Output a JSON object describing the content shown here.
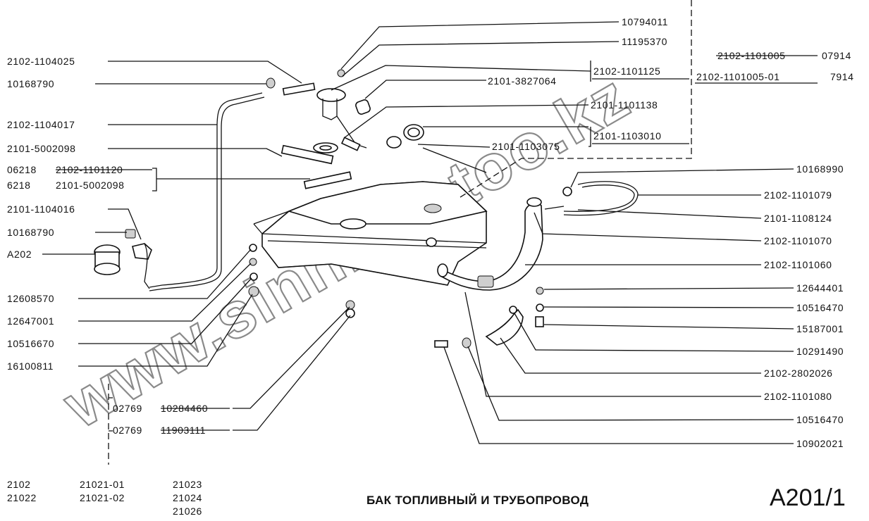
{
  "title": "БАК ТОПЛИВНЫЙ И ТРУБОПРОВОД",
  "sheet_code": "A201/1",
  "watermark": "www.sinhron-too.kz",
  "left_labels": [
    "2102-1104025",
    "10168790",
    "2102-1104017",
    "2101-5002098",
    "2101-1104016",
    "10168790",
    "A202",
    "12608570",
    "12647001",
    "10516670",
    "16100811"
  ],
  "bracket_left": {
    "prefix1": "06218",
    "part1": "2102-1101120",
    "prefix2": "6218",
    "part2": "2101-5002098"
  },
  "top_labels": [
    "10794011",
    "11195370",
    "2101-3827064",
    "2101-1101138",
    "2101-1103075"
  ],
  "bracket_top1": "2102-1101125",
  "bracket_top2": "2101-1103010",
  "top_right": {
    "row1_part": "2102-1101005",
    "row1_suffix": "07914",
    "row2_part": "2102-1101005-01",
    "row2_suffix": "7914"
  },
  "right_labels": [
    "10168990",
    "2102-1101079",
    "2101-1108124",
    "2102-1101070",
    "2102-1101060",
    "12644401",
    "10516470",
    "15187001",
    "10291490",
    "2102-2802026",
    "2102-1101080",
    "10516470",
    "10902021"
  ],
  "bottom_bolts": {
    "prefix1": "02769",
    "part1": "10284460",
    "prefix2": "02769",
    "part2": "11903111"
  },
  "models": {
    "col1": [
      "2102",
      "21022"
    ],
    "col2": [
      "21021-01",
      "21021-02"
    ],
    "col3": [
      "21023",
      "21024",
      "21026"
    ]
  }
}
